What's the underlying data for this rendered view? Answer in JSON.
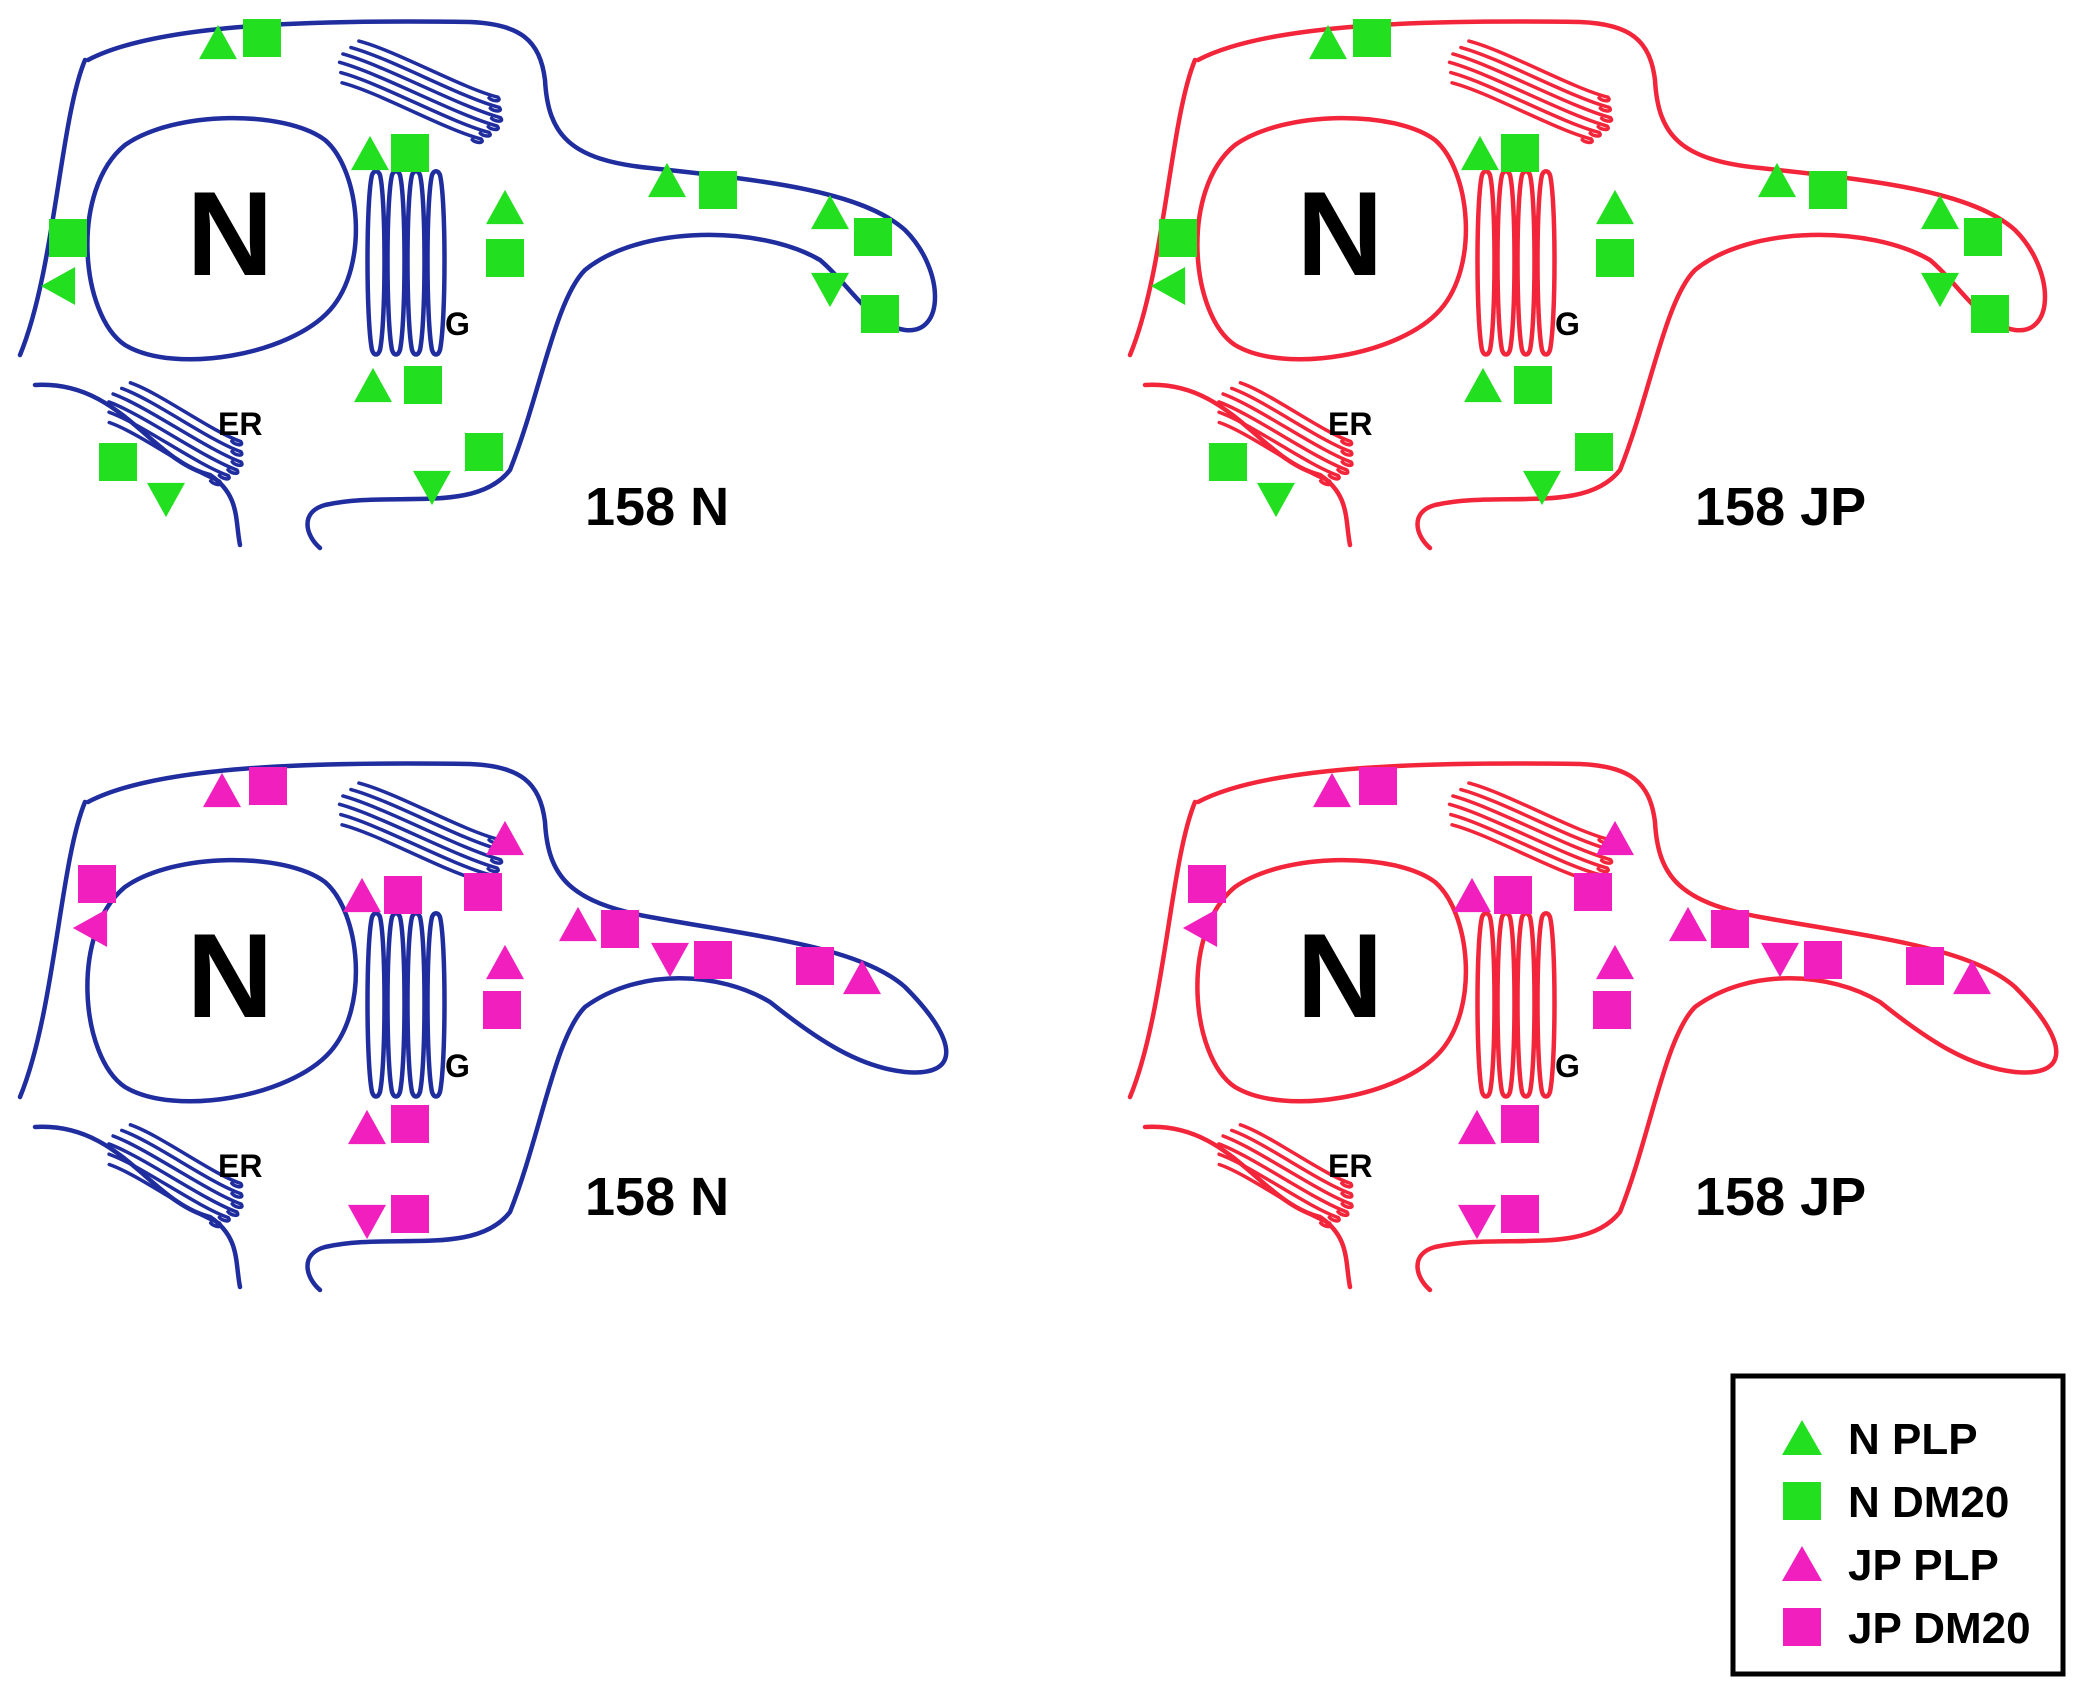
{
  "colors": {
    "normal_cell": "#1f2d9e",
    "jp_cell": "#f2253a",
    "n_marker": "#22e01f",
    "jp_marker": "#f21fbf",
    "text": "#000000"
  },
  "organelles": {
    "nucleus": "N",
    "golgi": "G",
    "er": "ER"
  },
  "panels": [
    {
      "id": "top-left",
      "label": "158 N",
      "cell": "normal",
      "markers": "n",
      "shape": "A"
    },
    {
      "id": "top-right",
      "label": "158 JP",
      "cell": "jp",
      "markers": "n",
      "shape": "A"
    },
    {
      "id": "bottom-left",
      "label": "158 N",
      "cell": "normal",
      "markers": "jp",
      "shape": "B"
    },
    {
      "id": "bottom-right",
      "label": "158 JP",
      "cell": "jp",
      "markers": "jp",
      "shape": "B"
    }
  ],
  "legend": {
    "items": [
      {
        "label": "N PLP",
        "shape": "triangle",
        "color": "#22e01f"
      },
      {
        "label": "N DM20",
        "shape": "square",
        "color": "#22e01f"
      },
      {
        "label": "JP PLP",
        "shape": "triangle",
        "color": "#f21fbf"
      },
      {
        "label": "JP DM20",
        "shape": "square",
        "color": "#f21fbf"
      }
    ]
  }
}
